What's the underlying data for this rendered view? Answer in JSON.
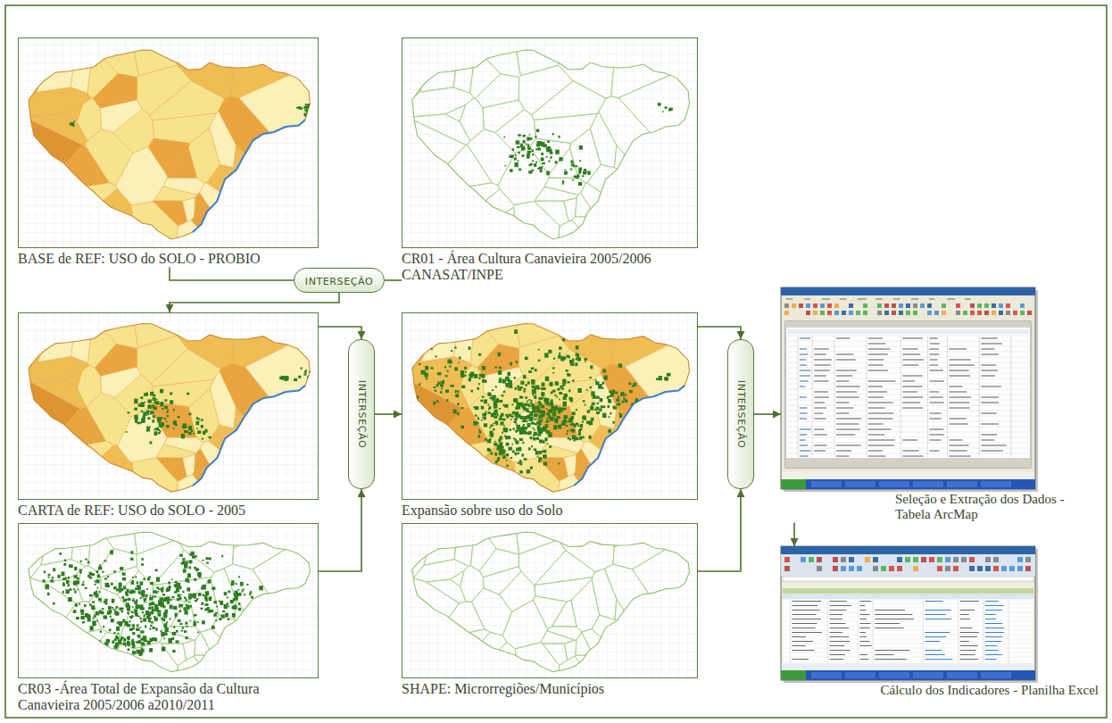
{
  "diagram": {
    "nodes": [
      {
        "text": [
          "BASE de REF: USO do SOLO - PROBIO"
        ]
      },
      {
        "text": [
          "CR01 - Área Cultura Canavieira 2005/2006 CANASAT/INPE"
        ]
      },
      {
        "text": [
          "INTERSEÇÃO"
        ]
      },
      {
        "text": [
          "CARTA de REF: USO do SOLO - 2005"
        ]
      },
      {
        "text": [
          "CR03 -Área Total de Expansão da Cultura Canavieira 2005/2006 a2010/2011"
        ]
      },
      {
        "text": [
          "INTERSEÇÃO"
        ]
      },
      {
        "text": [
          "Expansão sobre uso do Solo"
        ]
      },
      {
        "text": [
          "SHAPE: Microrregiões/Municípios"
        ]
      },
      {
        "text": [
          "INTERSEÇÃO"
        ]
      },
      {
        "text": [
          "Seleção e Extração dos Dados - Tabela ArcMap"
        ]
      },
      {
        "text": [
          "Cálculo dos Indicadores - Planilha Excel"
        ]
      }
    ],
    "edges": [
      {
        "from": 0,
        "to": 2,
        "arrow": "none"
      },
      {
        "from": 1,
        "to": 2,
        "arrow": "none"
      },
      {
        "from": 2,
        "to": 3,
        "arrow": "to"
      },
      {
        "from": 3,
        "to": 5,
        "arrow": "to"
      },
      {
        "from": 4,
        "to": 5,
        "arrow": "to"
      },
      {
        "from": 5,
        "to": 6,
        "arrow": "to"
      },
      {
        "from": 6,
        "to": 8,
        "arrow": "to"
      },
      {
        "from": 7,
        "to": 8,
        "arrow": "to"
      },
      {
        "from": 8,
        "to": 9,
        "arrow": "to"
      },
      {
        "from": 9,
        "to": 10,
        "arrow": "to"
      }
    ]
  }
}
